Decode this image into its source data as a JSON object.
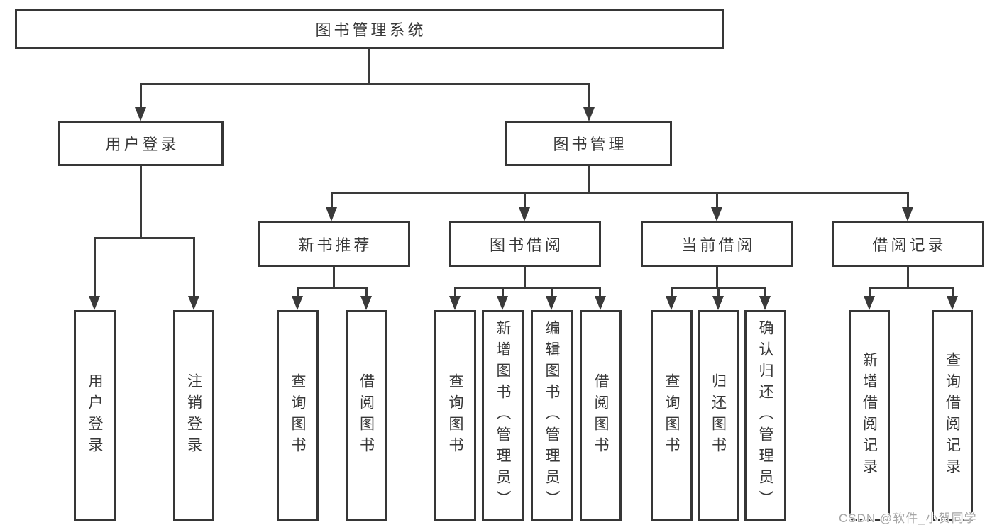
{
  "diagram": {
    "type": "org-tree",
    "root": {
      "label": "图书管理系统",
      "children": [
        {
          "label": "用户登录",
          "children": [
            {
              "label": "用户登录"
            },
            {
              "label": "注销登录"
            }
          ]
        },
        {
          "label": "图书管理",
          "children": [
            {
              "label": "新书推荐",
              "children": [
                {
                  "label": "查询图书"
                },
                {
                  "label": "借阅图书"
                }
              ]
            },
            {
              "label": "图书借阅",
              "children": [
                {
                  "label": "查询图书"
                },
                {
                  "label": "新增图书（管理员）"
                },
                {
                  "label": "编辑图书（管理员）"
                },
                {
                  "label": "借阅图书"
                }
              ]
            },
            {
              "label": "当前借阅",
              "children": [
                {
                  "label": "查询图书"
                },
                {
                  "label": "归还图书"
                },
                {
                  "label": "确认归还（管理员）"
                }
              ]
            },
            {
              "label": "借阅记录",
              "children": [
                {
                  "label": "新增借阅记录"
                },
                {
                  "label": "查询借阅记录"
                }
              ]
            }
          ]
        }
      ]
    },
    "watermark": "CSDN @软件_小贺同学",
    "colors": {
      "line": "#3a3a3a",
      "border": "#363636",
      "text": "#383838",
      "background": "#ffffff",
      "watermark": "#a6a6a6"
    }
  }
}
